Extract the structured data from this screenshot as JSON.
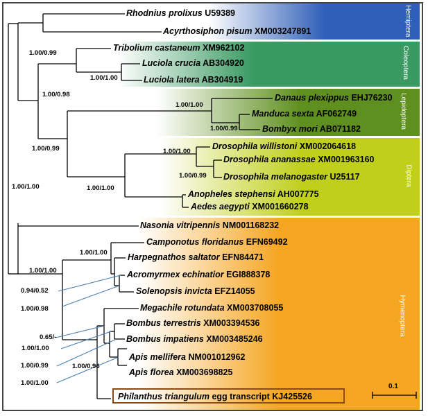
{
  "colors": {
    "hemiptera": "#2f5fb8",
    "coleoptera": "#3a9a62",
    "lepidoptera": "#5f8f1e",
    "diptera": "#bfcf1a",
    "hymenoptera": "#f5a623",
    "branch": "#000000",
    "leader": "#4a7fb0",
    "highlight_border": "#8a4b17"
  },
  "orders": {
    "hemiptera": "Hemiptera",
    "coleoptera": "Coleoptera",
    "lepidoptera": "Lepidoptera",
    "diptera": "Diptera",
    "hymenoptera": "Hymenoptera"
  },
  "taxa": [
    {
      "species": "Rhodnius prolixus",
      "accession": "U59389"
    },
    {
      "species": "Acyrthosiphon pisum",
      "accession": "XM003247891"
    },
    {
      "species": "Tribolium castaneum",
      "accession": "XM962102"
    },
    {
      "species": "Luciola crucia",
      "accession": "AB304920"
    },
    {
      "species": "Luciola latera",
      "accession": "AB304919"
    },
    {
      "species": "Danaus plexippus",
      "accession": "EHJ76230"
    },
    {
      "species": "Manduca  sexta",
      "accession": "AF062749"
    },
    {
      "species": "Bombyx mori",
      "accession": "AB071182"
    },
    {
      "species": "Drosophila willistoni",
      "accession": "XM002064618"
    },
    {
      "species": "Drosophila ananassae",
      "accession": "XM001963160"
    },
    {
      "species": "Drosophila melanogaster",
      "accession": "U25117"
    },
    {
      "species": "Anopheles stephensi",
      "accession": "AH007775"
    },
    {
      "species": "Aedes aegypti",
      "accession": "XM001660278"
    },
    {
      "species": "Nasonia  vitripennis",
      "accession": "NM001168232"
    },
    {
      "species": "Camponotus floridanus",
      "accession": "EFN69492"
    },
    {
      "species": "Harpegnathos saltator",
      "accession": "EFN84471"
    },
    {
      "species": "Acromyrmex echinatior",
      "accession": "EGI888378"
    },
    {
      "species": "Solenopsis invicta",
      "accession": "EFZ14055"
    },
    {
      "species": "Megachile rotundata",
      "accession": "XM003708055"
    },
    {
      "species": "Bombus terrestris",
      "accession": "XM003394536"
    },
    {
      "species": "Bombus impatiens",
      "accession": "XM003485246"
    },
    {
      "species": "Apis mellifera",
      "accession": "NM001012962"
    },
    {
      "species": "Apis florea",
      "accession": "XM003698825"
    },
    {
      "species": "Philanthus triangulum",
      "accession": "egg transcript KJ425526"
    }
  ],
  "support": [
    "1.00/0.99",
    "1.00/1.00",
    "1.00/0.98",
    "1.00/1.00",
    "1.00/0.99",
    "1.00/0.99",
    "1.00/1.00",
    "1.00/0.99",
    "1.00/1.00",
    "1.00/1.00",
    "1.00/1.00",
    "1.00/1.00",
    "0.94/0.52",
    "1.00/0.98",
    "0.65/-",
    "1.00/1.00",
    "1.00/0.99",
    "1.00/0.96",
    "1.00/1.00"
  ],
  "scale_bar": {
    "label": "0.1"
  }
}
